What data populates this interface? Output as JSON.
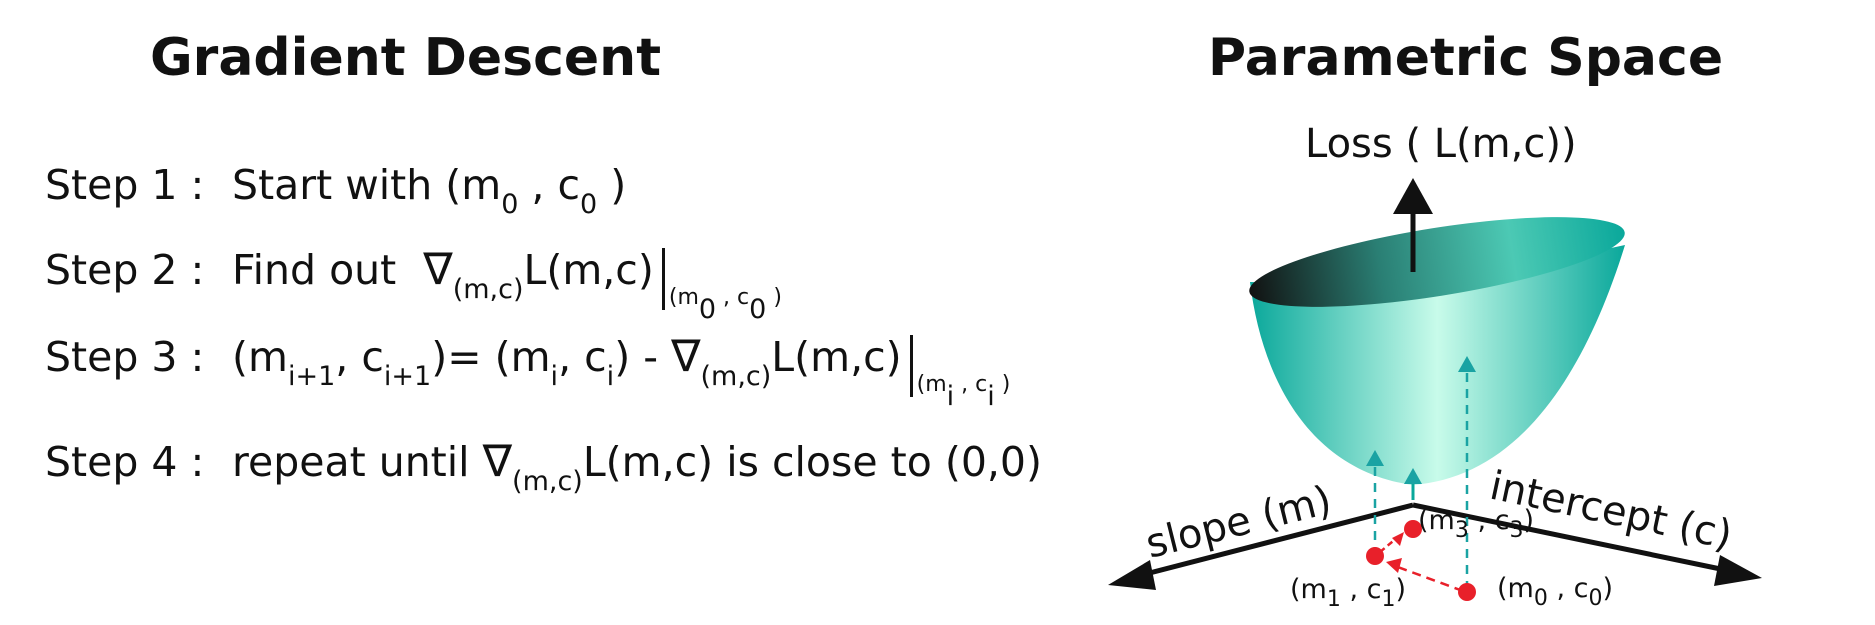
{
  "left": {
    "title": "Gradient Descent",
    "steps": [
      {
        "label": "Step 1 :",
        "text": "Start with (m",
        "s1": "0",
        "t2": " , c",
        "s2": "0",
        "t3": " )"
      },
      {
        "label": "Step 2 :",
        "text": "Find out",
        "grad_sub": "(m,c)",
        "expr": "L(m,c)",
        "eval_at": "(m",
        "eval_s1": "0",
        "eval_t": " , c",
        "eval_s2": "0",
        "eval_end": " )"
      },
      {
        "label": "Step 3 :",
        "t1": "(m",
        "s1": "i+1",
        "t2": ", c",
        "s2": "i+1",
        "t3": ")= (m",
        "s3": "i",
        "t4": ", c",
        "s4": "i",
        "t5": ") -",
        "grad_sub": "(m,c)",
        "expr": "L(m,c)",
        "eval_at": "(m",
        "eval_s1": "i",
        "eval_t": " , c",
        "eval_s2": "i",
        "eval_end": " )"
      },
      {
        "label": "Step 4 :",
        "t1": "repeat until",
        "grad_sub": "(m,c)",
        "expr": "L(m,c) is close to  (0,0)"
      }
    ]
  },
  "right": {
    "title": "Parametric Space",
    "loss_axis": "Loss ( L(m,c))",
    "slope_axis": "slope (m)",
    "intercept_axis": "intercept (c)",
    "points": [
      {
        "m": "m",
        "ms": "0",
        "c": "c",
        "cs": "0"
      },
      {
        "m": "m",
        "ms": "1",
        "c": "c",
        "cs": "1"
      },
      {
        "m": "m",
        "ms": "3",
        "c": "c",
        "cs": "3"
      }
    ],
    "colors": {
      "bowl_light": "#c8fbea",
      "bowl_mid": "#45d2bd",
      "bowl_dark": "#0aa89b",
      "point": "#e8202a",
      "dash": "#1aa3a3"
    }
  }
}
